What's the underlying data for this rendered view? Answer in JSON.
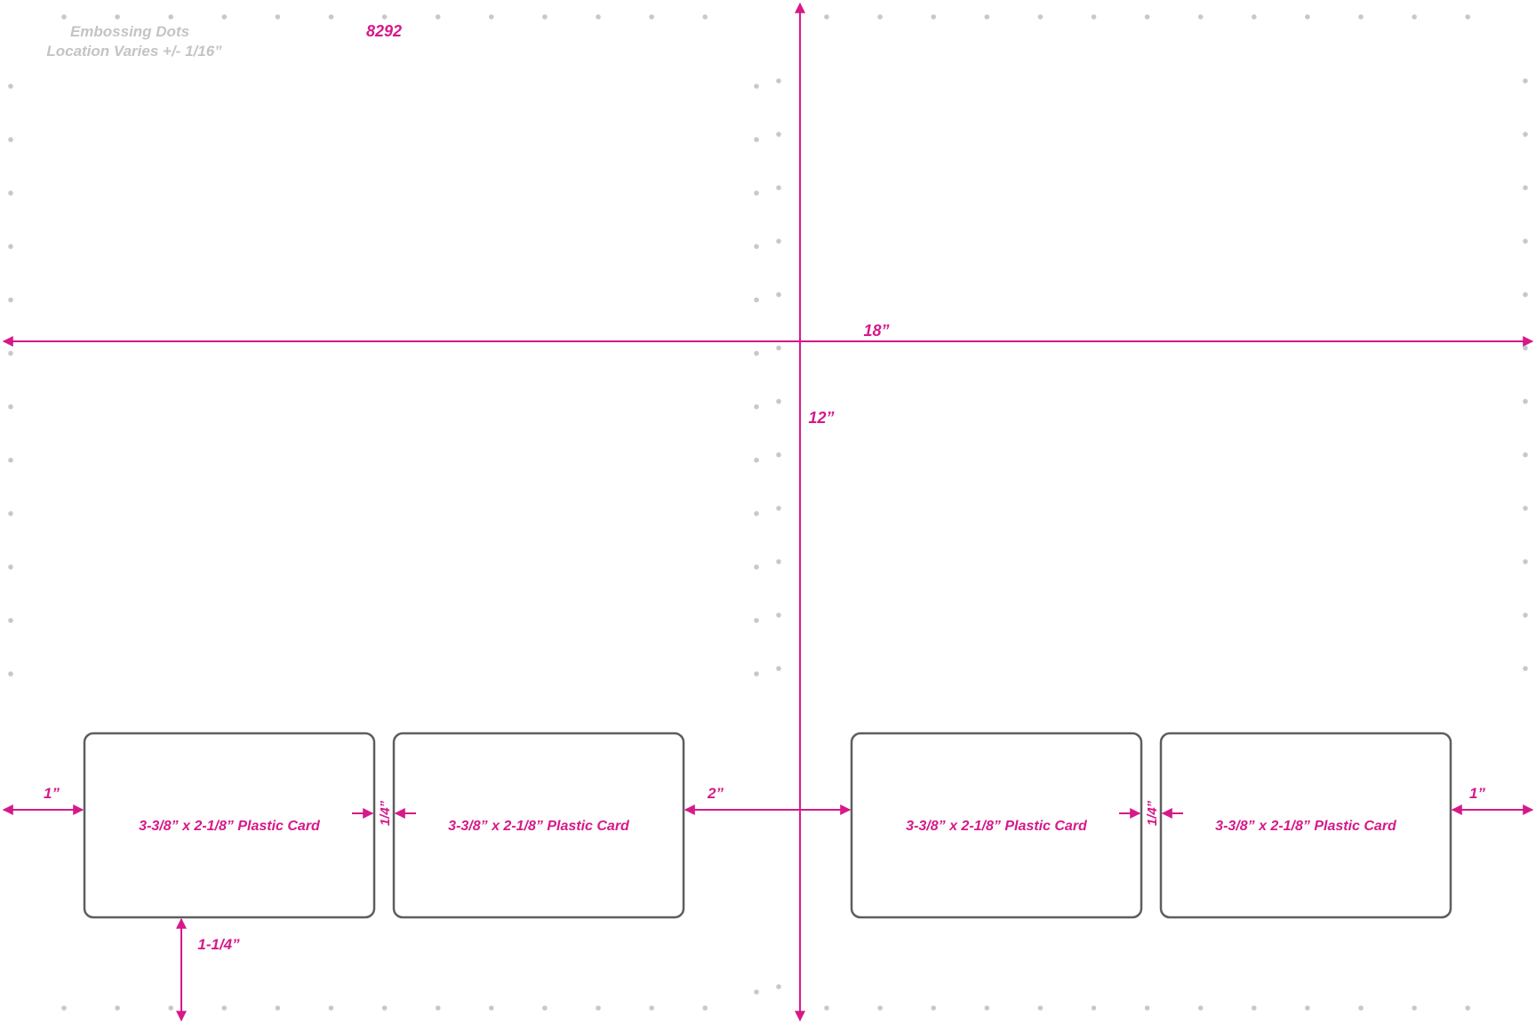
{
  "notes": {
    "embossing_line1": "Embossing Dots",
    "embossing_line2": "Location Varies +/- 1/16”",
    "template_number": "8292"
  },
  "dimensions": {
    "sheet_width": "18”",
    "sheet_height": "12”",
    "left_margin": "1”",
    "right_margin": "1”",
    "card_gap": "1/4”",
    "center_gap": "2”",
    "bottom_margin": "1-1/4”"
  },
  "cards": [
    {
      "label": "3-3/8” x 2-1/8” Plastic Card"
    },
    {
      "label": "3-3/8” x 2-1/8” Plastic Card"
    },
    {
      "label": "3-3/8” x 2-1/8” Plastic Card"
    },
    {
      "label": "3-3/8” x 2-1/8” Plastic Card"
    }
  ],
  "colors": {
    "dimension": "#d6198a",
    "dots": "#c8c8c8",
    "note_text": "#c4c4c4",
    "card_border": "#5e5e5e"
  }
}
